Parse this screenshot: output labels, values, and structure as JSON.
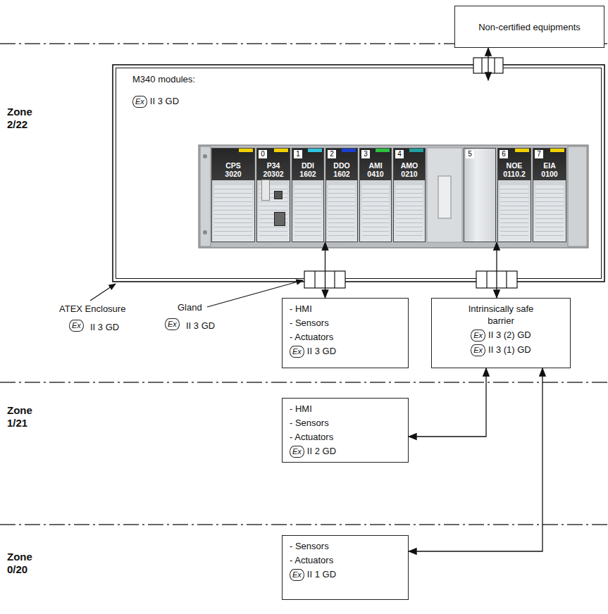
{
  "diagram": {
    "nodes": [
      {
        "text": [
          "Non-certified equipments"
        ]
      },
      {
        "text": [
          "M340 modules:",
          "Ex",
          "II 3 GD"
        ]
      },
      {
        "text": [
          "CPS 3020"
        ],
        "in": 1
      },
      {
        "text": [
          "0",
          "P34 20302"
        ],
        "in": 1
      },
      {
        "text": [
          "1",
          "DDI 1602"
        ],
        "in": 1
      },
      {
        "text": [
          "2",
          "DDO 1602"
        ],
        "in": 1
      },
      {
        "text": [
          "3",
          "AMI 0410"
        ],
        "in": 1
      },
      {
        "text": [
          "4",
          "AMO 0210"
        ],
        "in": 1
      },
      {
        "text": [
          "5"
        ],
        "in": 1
      },
      {
        "text": [
          "6",
          "NOE 0110.2"
        ],
        "in": 1
      },
      {
        "text": [
          "7",
          "EIA 0100"
        ],
        "in": 1
      },
      {
        "text": [
          "- HMI",
          "- Sensors",
          "- Actuators",
          "Ex",
          "II 3 GD"
        ]
      },
      {
        "text": [
          "Intrinsically safe barrier",
          "Ex",
          "II 3 (2) GD",
          "Ex",
          "II 3 (1) GD"
        ]
      },
      {
        "text": [
          "- HMI",
          "- Sensors",
          "- Actuators",
          "Ex",
          "II 2 GD"
        ]
      },
      {
        "text": [
          "- Sensors",
          "- Actuators",
          "Ex",
          "II 1 GD"
        ]
      }
    ],
    "edges": [
      {
        "from": 1,
        "to": 0,
        "arrow": "both"
      },
      {
        "from": 4,
        "to": 11,
        "arrow": "both"
      },
      {
        "from": 9,
        "to": 12,
        "arrow": "both"
      },
      {
        "from": 12,
        "to": 13,
        "arrow": "both"
      },
      {
        "from": 12,
        "to": 14,
        "arrow": "both"
      }
    ],
    "labels": [
      "Zone 2/22",
      "ATEX Enclosure",
      "Ex",
      "II 3 GD",
      "Gland",
      "Ex",
      "II 3 GD",
      "Zone 1/21",
      "Zone 0/20"
    ]
  }
}
